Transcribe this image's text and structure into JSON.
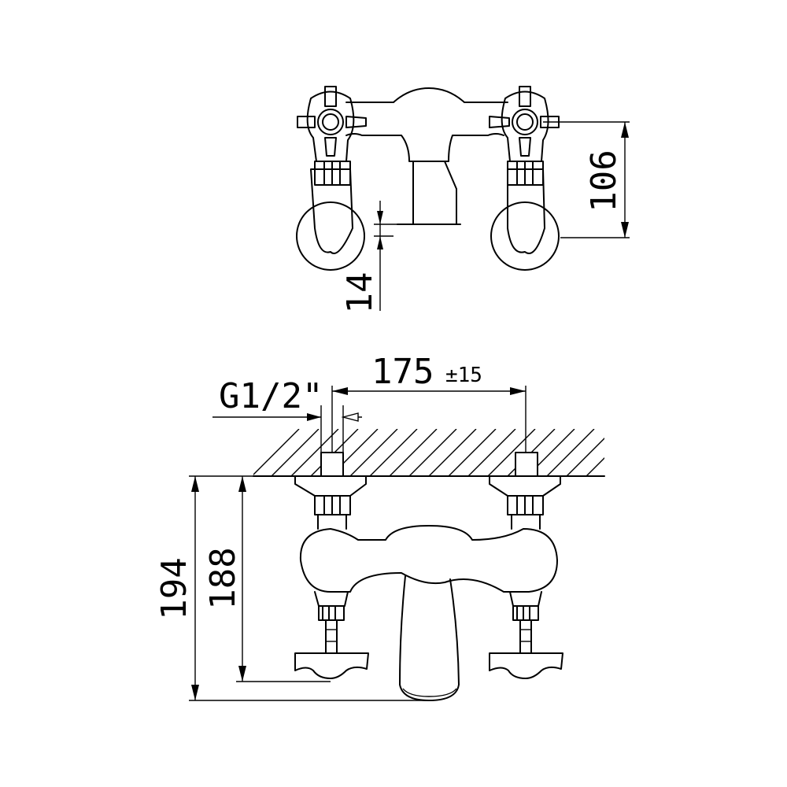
{
  "dimensions": {
    "wall_projection": "14",
    "handle_height": "106",
    "centers": "175",
    "centers_tolerance": "±15",
    "thread": "G1/2\"",
    "overall_height": "194",
    "spout_height": "188"
  }
}
